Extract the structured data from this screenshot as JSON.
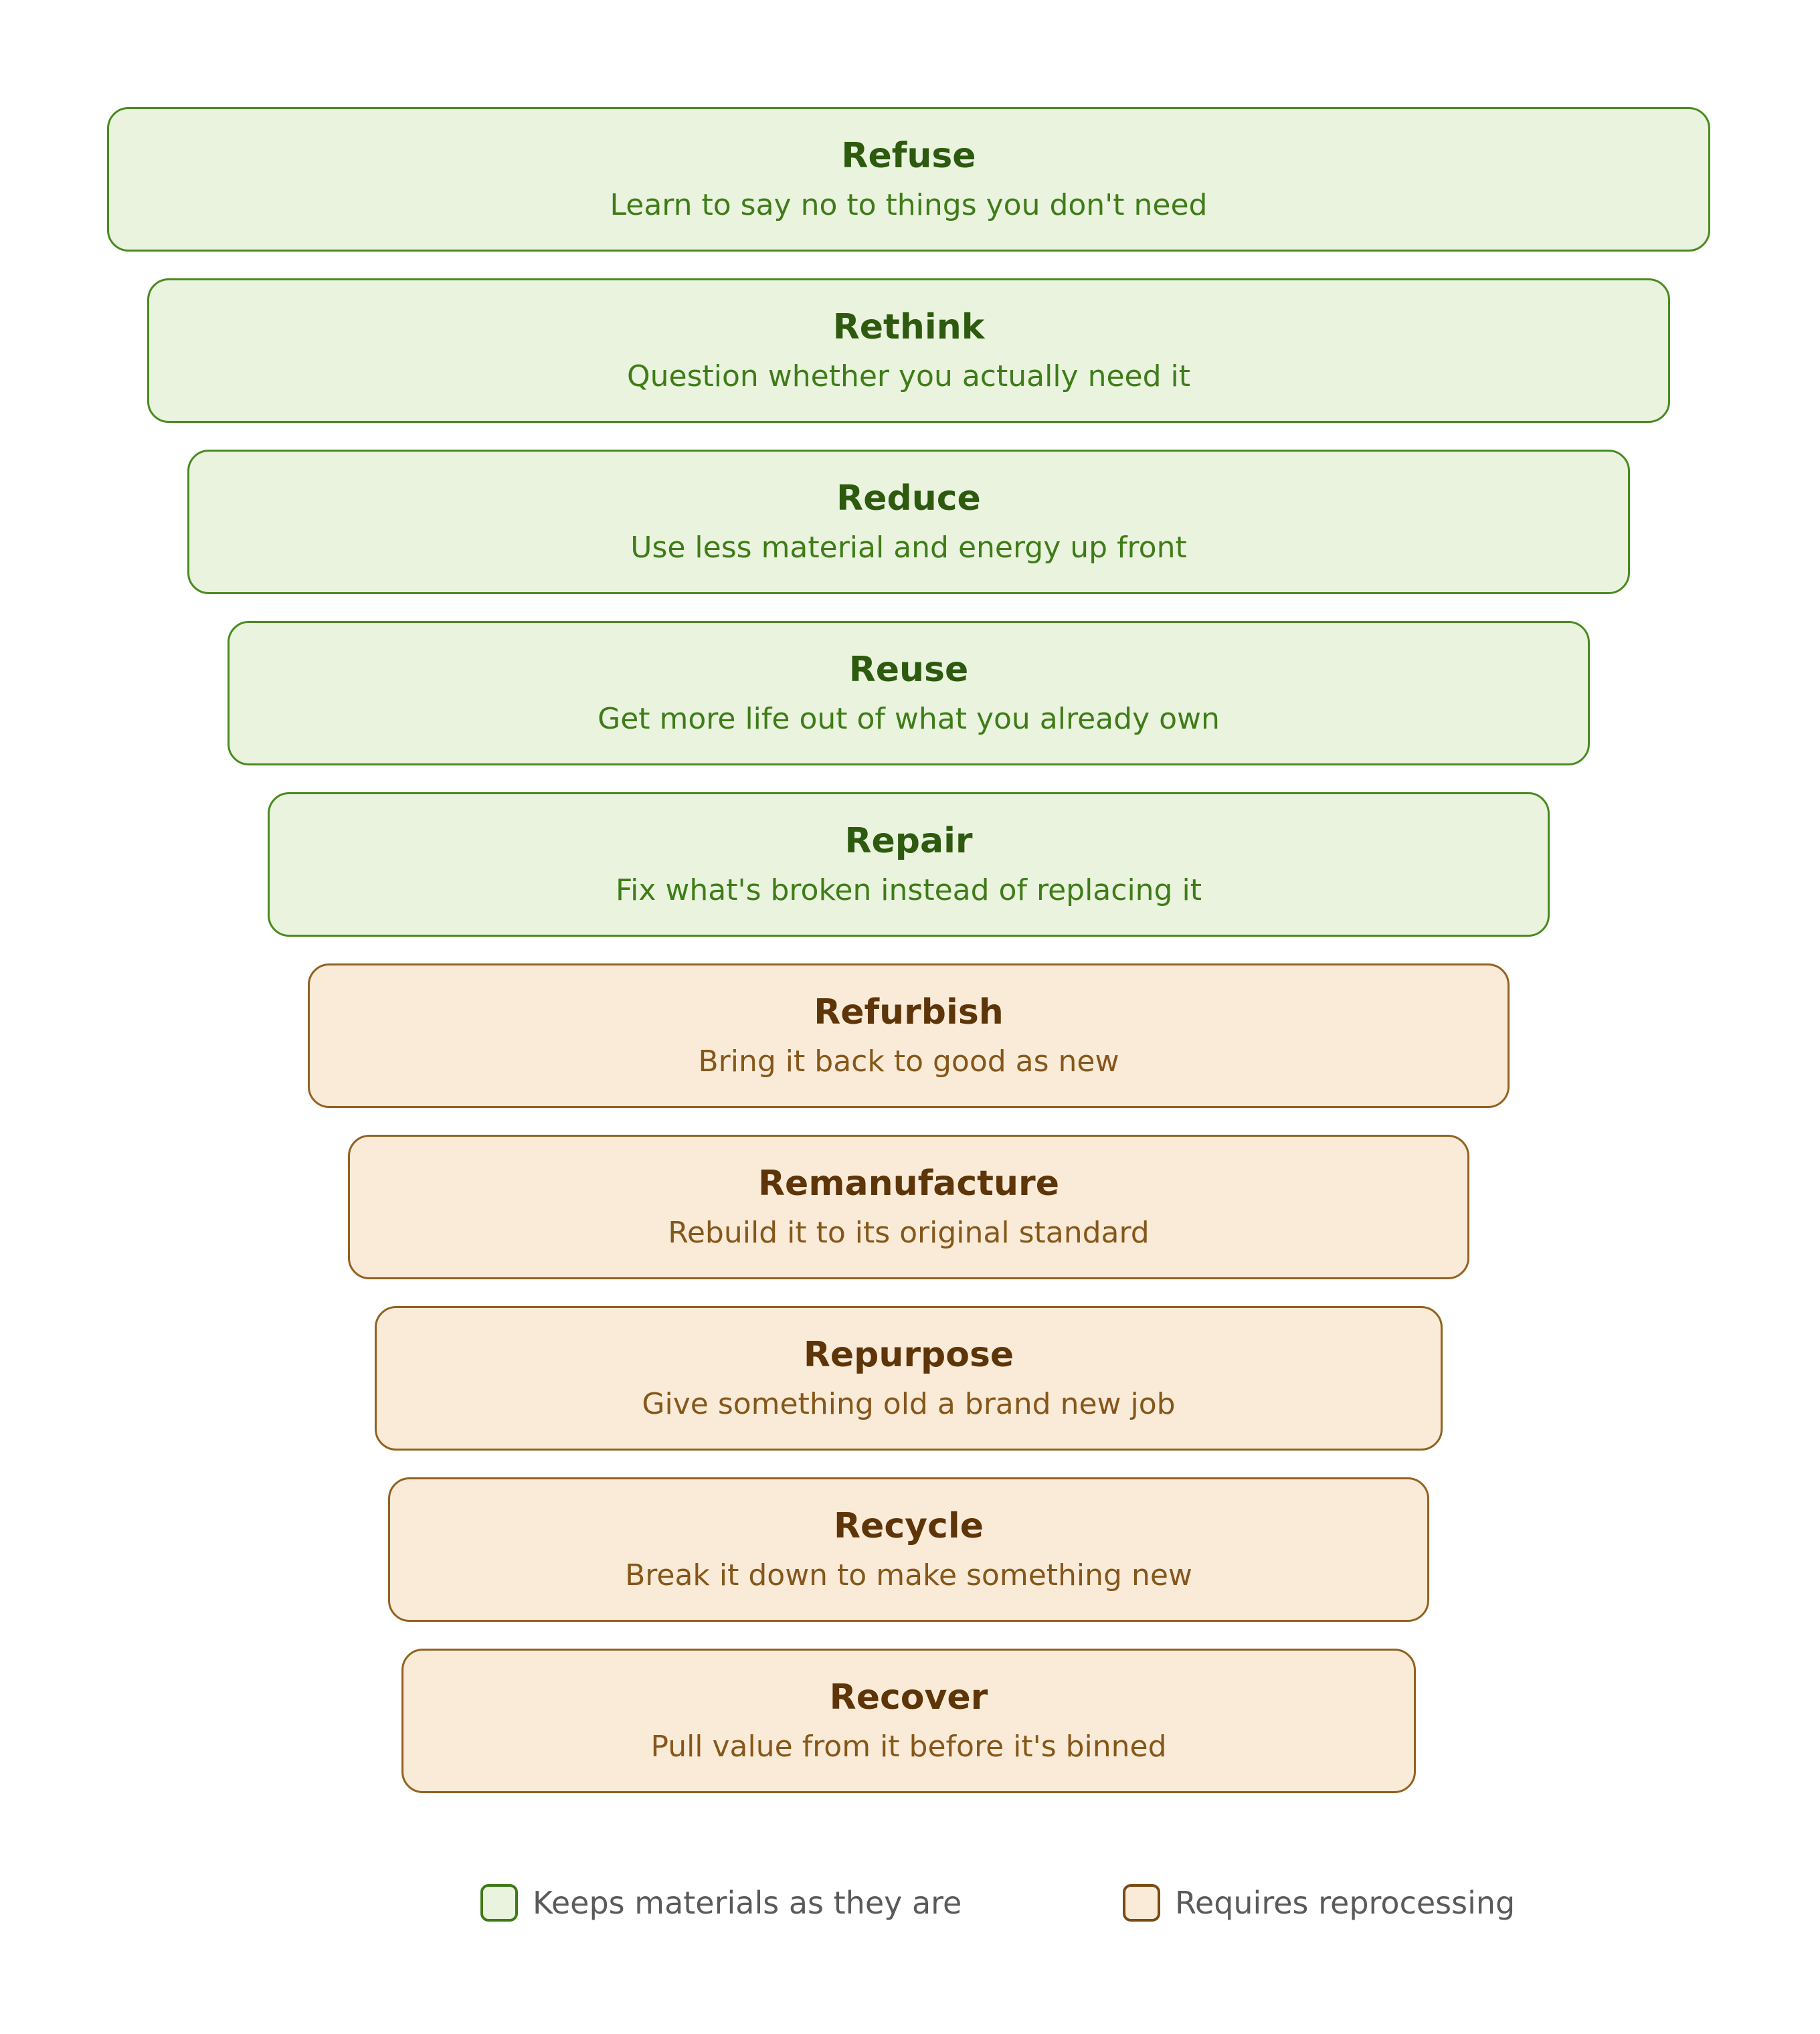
{
  "tiers": [
    {
      "title": "Refuse",
      "desc": "Learn to say no to things you don't need",
      "group": "keep"
    },
    {
      "title": "Rethink",
      "desc": "Question whether you actually need it",
      "group": "keep"
    },
    {
      "title": "Reduce",
      "desc": "Use less material and energy up front",
      "group": "keep"
    },
    {
      "title": "Reuse",
      "desc": "Get more life out of what you already own",
      "group": "keep"
    },
    {
      "title": "Repair",
      "desc": "Fix what's broken instead of replacing it",
      "group": "keep"
    },
    {
      "title": "Refurbish",
      "desc": "Bring it back to good as new",
      "group": "reprocess"
    },
    {
      "title": "Remanufacture",
      "desc": "Rebuild it to its original standard",
      "group": "reprocess"
    },
    {
      "title": "Repurpose",
      "desc": "Give something old a brand new job",
      "group": "reprocess"
    },
    {
      "title": "Recycle",
      "desc": "Break it down to make something new",
      "group": "reprocess"
    },
    {
      "title": "Recover",
      "desc": "Pull value from it before it's binned",
      "group": "reprocess"
    }
  ],
  "legend": {
    "keep": "Keeps materials as they are",
    "reprocess": "Requires reprocessing"
  },
  "colors": {
    "keep_fill": "#e9f3de",
    "keep_border": "#4a8a1f",
    "reprocess_fill": "#f9ebd8",
    "reprocess_border": "#93611f"
  }
}
